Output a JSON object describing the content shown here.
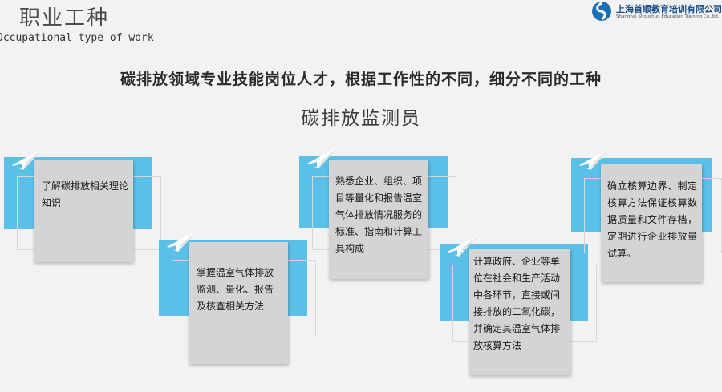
{
  "header": {
    "title": "职业工种",
    "subtitle": "Occupational type of work",
    "logo_cn": "上海首顺教育培训有限公司",
    "logo_en": "Shanghai Shoushun Education Training Co.,ltd."
  },
  "headline": "碳排放领域专业技能岗位人才，根据工作性的不同，细分不同的工种",
  "role_title": "碳排放监测员",
  "colors": {
    "accent": "#5bc0e8",
    "card": "#d4d4d4",
    "brand": "#1b4f8a"
  },
  "cards": [
    {
      "text": "了解碳排放相关理论知识"
    },
    {
      "text": "掌握温室气体排放监测、量化、报告及核查相关方法"
    },
    {
      "text": "熟悉企业、组织、项目等量化和报告温室气体排放情况服务的标准、指南和计算工具构成"
    },
    {
      "text": "计算政府、企业等单位在社会和生产活动中各环节，直接或间接排放的二氧化碳，并确定其温室气体排放核算方法"
    },
    {
      "text": "确立核算边界、制定核算方法保证核算数据质量和文件存档，定期进行企业排放量试算。"
    }
  ]
}
